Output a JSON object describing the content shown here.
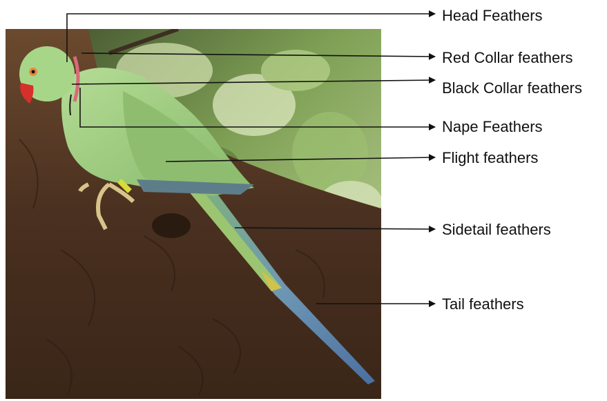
{
  "figure": {
    "photo_subject": "rose-ringed parakeet perched on tree branch",
    "colors": {
      "leader_line": "#111111",
      "plumage_green": "#9fce7f",
      "tail_blue": "#6f90b8",
      "bark_brown": "#5a3a22"
    }
  },
  "labels": [
    {
      "id": "head",
      "text": "Head Feathers"
    },
    {
      "id": "red-collar",
      "text": "Red Collar feathers"
    },
    {
      "id": "black-collar",
      "text": "Black Collar feathers"
    },
    {
      "id": "nape",
      "text": "Nape Feathers"
    },
    {
      "id": "flight",
      "text": "Flight feathers"
    },
    {
      "id": "sidetail",
      "text": "Sidetail feathers"
    },
    {
      "id": "tail",
      "text": "Tail feathers"
    }
  ]
}
